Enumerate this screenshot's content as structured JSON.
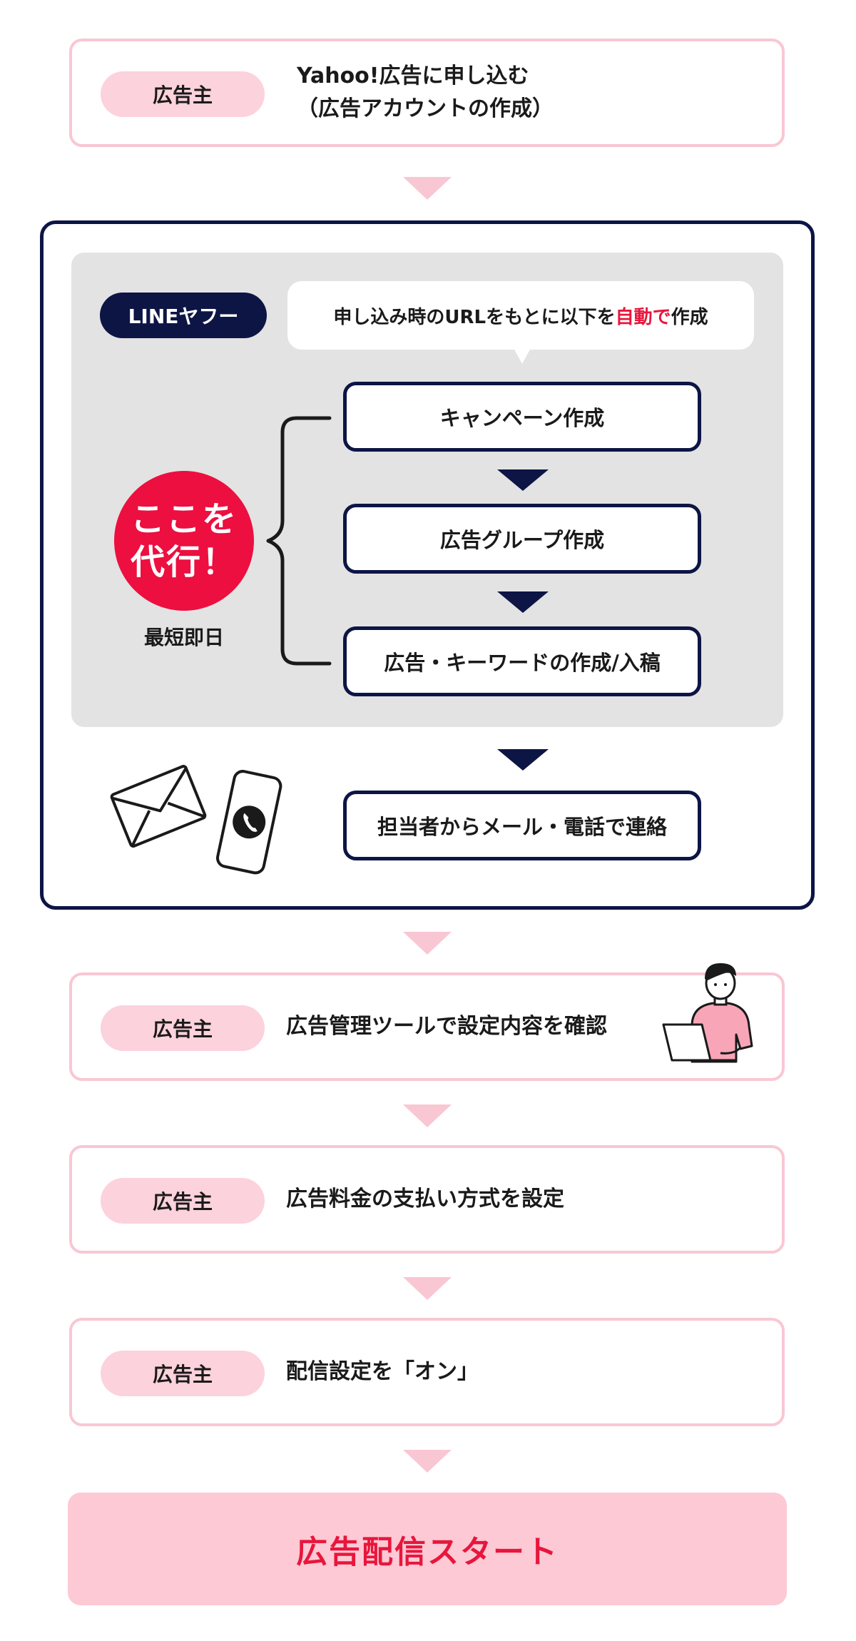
{
  "steps": {
    "apply": {
      "role": "広告主",
      "line1": "Yahoo!広告に申し込む",
      "line2": "（広告アカウントの作成）"
    },
    "confirm": {
      "role": "広告主",
      "text": "広告管理ツールで設定内容を確認"
    },
    "payment": {
      "role": "広告主",
      "text": "広告料金の支払い方式を設定"
    },
    "delivery_on": {
      "role": "広告主",
      "text": "配信設定を「オン」"
    }
  },
  "agency": {
    "label": "LINEヤフー",
    "bubble": {
      "pre": "申し込み時のURLをもとに以下を",
      "highlight": "自動で",
      "post": "作成"
    },
    "badge_line1": "ここを",
    "badge_line2": "代行！",
    "speed": "最短即日",
    "tasks": [
      "キャンペーン作成",
      "広告グループ作成",
      "広告・キーワードの作成/入稿"
    ],
    "contact": "担当者からメール・電話で連絡"
  },
  "final": "広告配信スタート",
  "colors": {
    "pink_border": "#f9c7d3",
    "pink_fill": "#fcd2dc",
    "navy": "#0d1545",
    "red": "#ec0f40",
    "gray_panel": "#e3e3e3"
  },
  "icons": [
    "envelope-icon",
    "smartphone-phone-icon",
    "person-laptop-icon"
  ]
}
